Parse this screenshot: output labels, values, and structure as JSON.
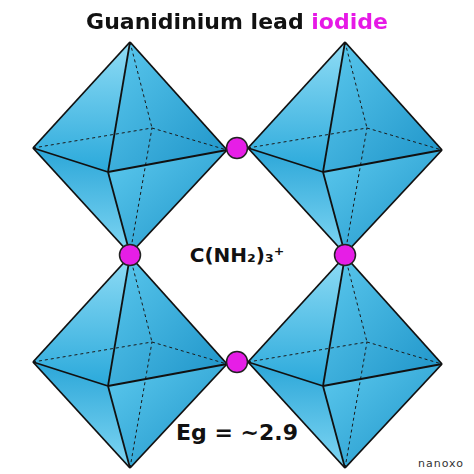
{
  "diagram": {
    "title": "Guanidinium lead iodide",
    "labels": [
      "C(NH₂)₃⁺",
      "Eg = ~2.9",
      "nanoxo"
    ]
  }
}
